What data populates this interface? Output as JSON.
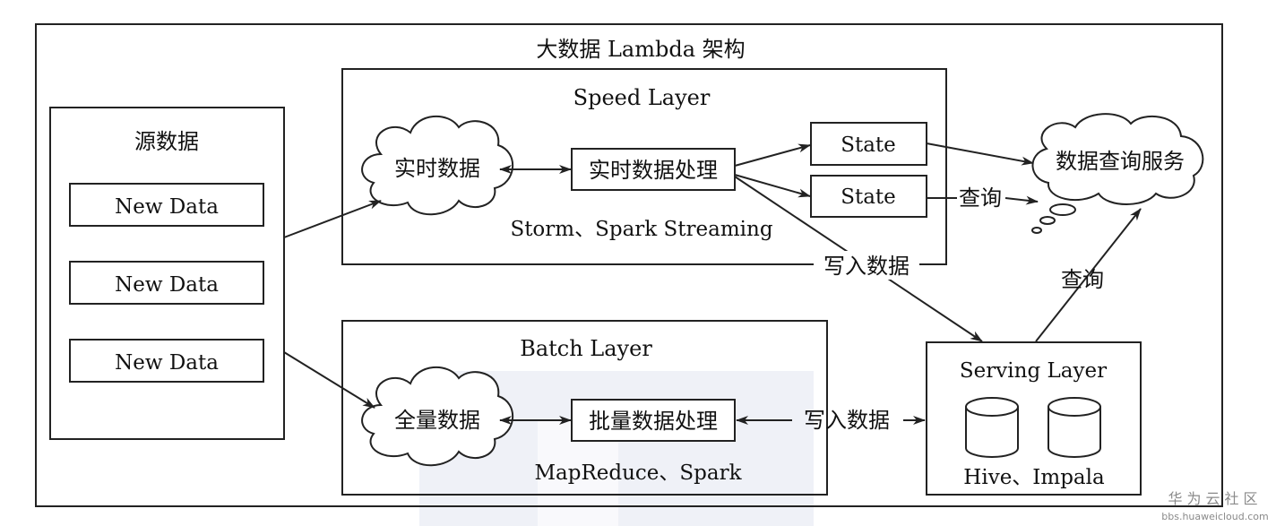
{
  "title": "大数据 Lambda 架构",
  "source": {
    "label": "源数据",
    "items": [
      "New Data",
      "New Data",
      "New Data"
    ]
  },
  "speed_layer": {
    "label": "Speed Layer",
    "cloud": "实时数据",
    "process": "实时数据处理",
    "tech": "Storm、Spark Streaming",
    "states": [
      "State",
      "State"
    ]
  },
  "batch_layer": {
    "label": "Batch Layer",
    "cloud": "全量数据",
    "process": "批量数据处理",
    "tech": "MapReduce、Spark"
  },
  "serving_layer": {
    "label": "Serving Layer",
    "tech": "Hive、Impala"
  },
  "query_service": "数据查询服务",
  "edge_labels": {
    "query_state": "查询",
    "write_speed": "写入数据",
    "write_batch": "写入数据",
    "query_serving": "查询"
  },
  "watermark": {
    "cn": "华为云社区",
    "url": "bbs.huaweicloud.com"
  }
}
